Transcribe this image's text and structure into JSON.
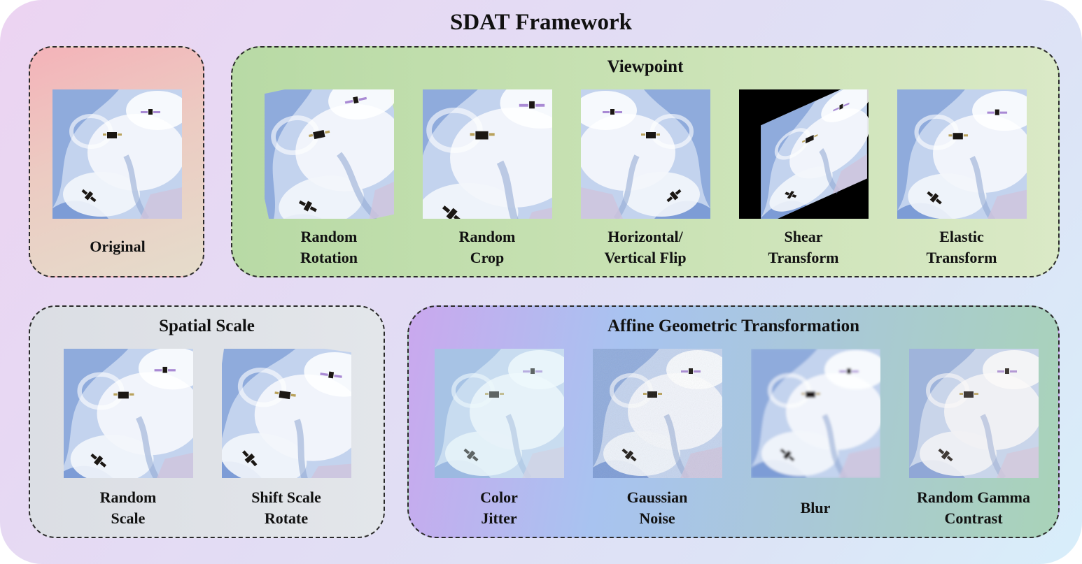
{
  "title": "SDAT Framework",
  "panels": {
    "original": {
      "items": [
        {
          "lines": [
            "Original"
          ]
        }
      ]
    },
    "viewpoint": {
      "title": "Viewpoint",
      "items": [
        {
          "lines": [
            "Random",
            "Rotation"
          ]
        },
        {
          "lines": [
            "Random",
            "Crop"
          ]
        },
        {
          "lines": [
            "Horizontal/",
            "Vertical Flip"
          ]
        },
        {
          "lines": [
            "Shear",
            "Transform"
          ]
        },
        {
          "lines": [
            "Elastic",
            "Transform"
          ]
        }
      ]
    },
    "spatial": {
      "title": "Spatial Scale",
      "items": [
        {
          "lines": [
            "Random",
            "Scale"
          ]
        },
        {
          "lines": [
            "Shift Scale",
            "Rotate"
          ]
        }
      ]
    },
    "affine": {
      "title": "Affine Geometric Transformation",
      "items": [
        {
          "lines": [
            "Color",
            "Jitter"
          ]
        },
        {
          "lines": [
            "Gaussian",
            "Noise"
          ]
        },
        {
          "lines": [
            "Blur"
          ]
        },
        {
          "lines": [
            "Random Gamma",
            "Contrast"
          ]
        }
      ]
    }
  },
  "colors": {
    "cloud": "#f3f6fb",
    "sea": "#7e9ed6",
    "satellite": "#1b1713",
    "solar_panel": "#a98ad4"
  }
}
